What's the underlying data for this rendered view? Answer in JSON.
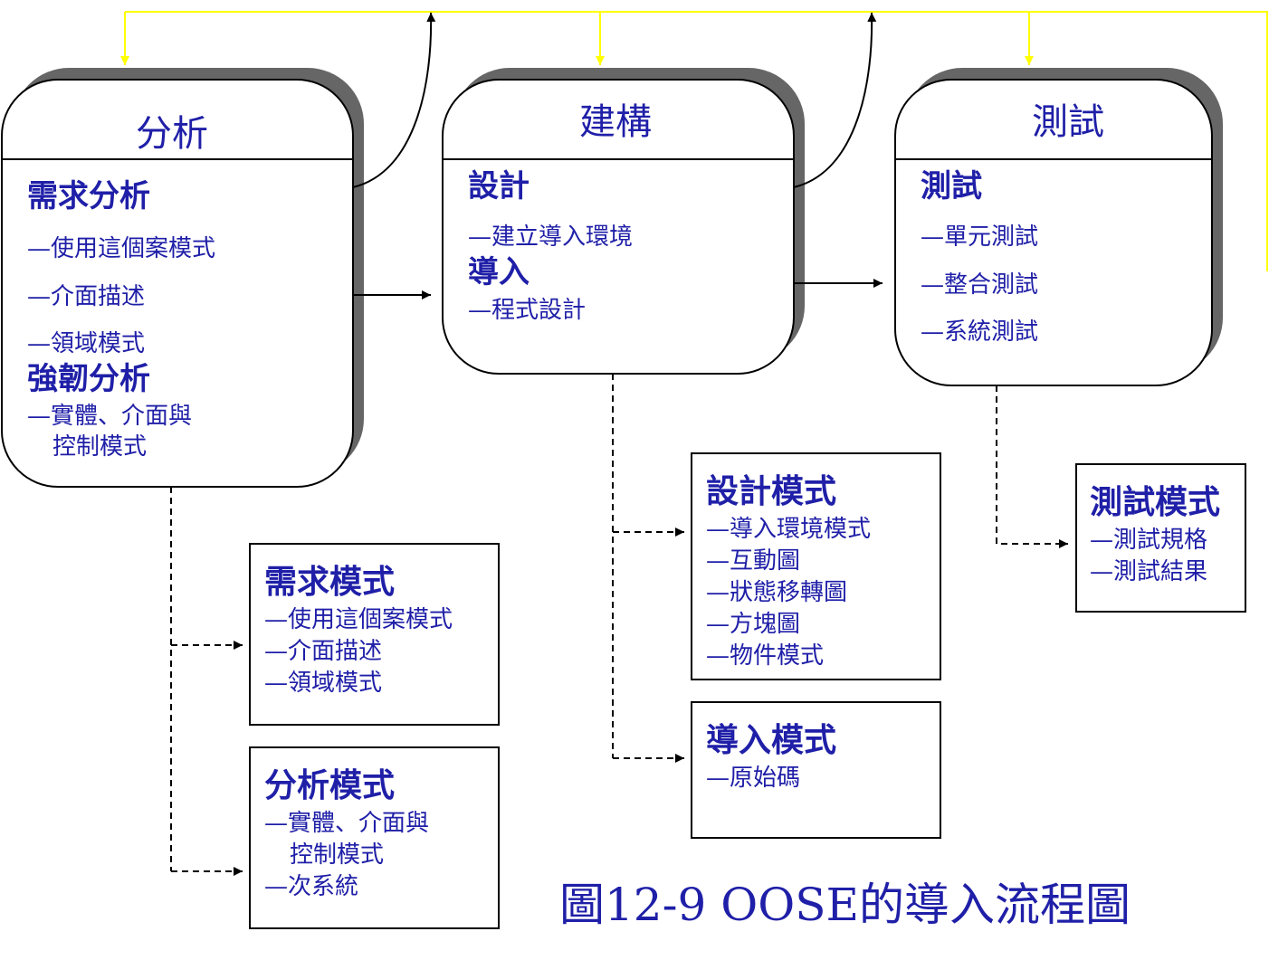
{
  "colors": {
    "text": "#1f1fa8",
    "feedback_arrow": "#ffff00",
    "shadow": "#666666",
    "line": "#000000"
  },
  "phases": {
    "analysis": {
      "title": "分析",
      "sec1": "需求分析",
      "sec1_items": [
        "—使用這個案模式",
        "—介面描述",
        "—領域模式"
      ],
      "sec2": "強韌分析",
      "sec2_item": "—實體、介面與",
      "sec2_item_cont": "控制模式"
    },
    "construction": {
      "title": "建構",
      "sec1": "設計",
      "sec1_item": "—建立導入環境",
      "sec2": "導入",
      "sec2_item": "—程式設計"
    },
    "testing": {
      "title": "測試",
      "sec1": "測試",
      "items": [
        "—單元測試",
        "—整合測試",
        "—系統測試"
      ]
    }
  },
  "models": {
    "requirements": {
      "title": "需求模式",
      "items": [
        "—使用這個案模式",
        "—介面描述",
        "—領域模式"
      ]
    },
    "analysis": {
      "title": "分析模式",
      "item1": "—實體、介面與",
      "item1_cont": "控制模式",
      "item2": "—次系統"
    },
    "design": {
      "title": "設計模式",
      "items": [
        "—導入環境模式",
        "—互動圖",
        "—狀態移轉圖",
        "—方塊圖",
        "—物件模式"
      ]
    },
    "implementation": {
      "title": "導入模式",
      "items": [
        "—原始碼"
      ]
    },
    "test": {
      "title": "測試模式",
      "items": [
        "—測試規格",
        "—測試結果"
      ]
    }
  },
  "caption": "圖12-9 OOSE的導入流程圖"
}
